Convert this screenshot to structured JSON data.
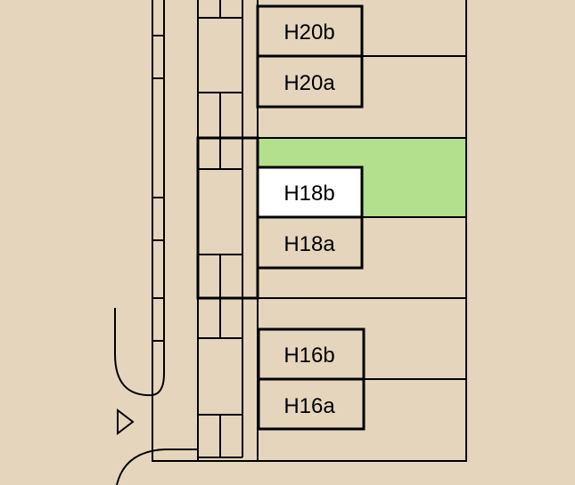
{
  "units": [
    {
      "id": "h20b",
      "label": "H20b",
      "selected": false
    },
    {
      "id": "h20a",
      "label": "H20a",
      "selected": false
    },
    {
      "id": "h18b",
      "label": "H18b",
      "selected": true
    },
    {
      "id": "h18a",
      "label": "H18a",
      "selected": false
    },
    {
      "id": "h16b",
      "label": "H16b",
      "selected": false
    },
    {
      "id": "h16a",
      "label": "H16a",
      "selected": false
    }
  ],
  "colors": {
    "background": "#e5d5bc",
    "highlight": "#b2e08d",
    "selected_unit": "#ffffff",
    "stroke": "#000000"
  }
}
